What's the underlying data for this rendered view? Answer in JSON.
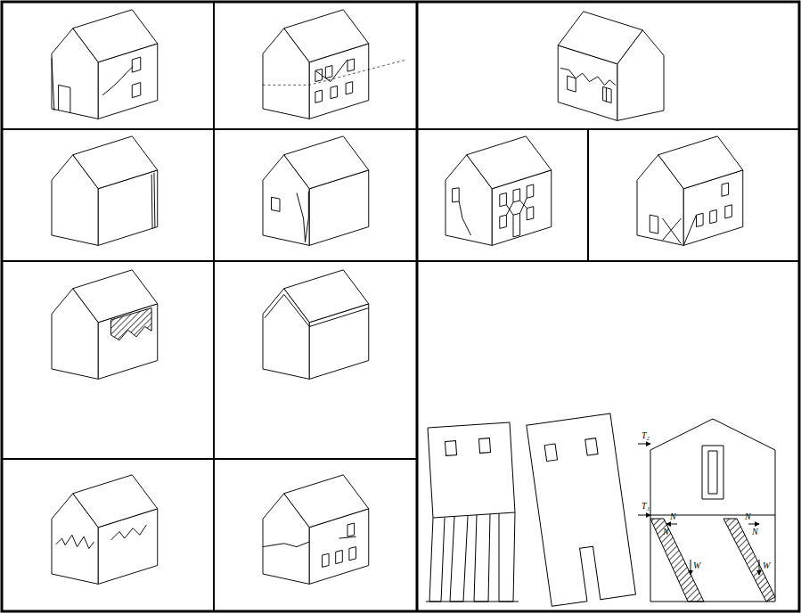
{
  "diagram": {
    "labels": [
      "T₂",
      "T₁",
      "N",
      "N",
      "N",
      "N",
      "W",
      "W"
    ]
  }
}
